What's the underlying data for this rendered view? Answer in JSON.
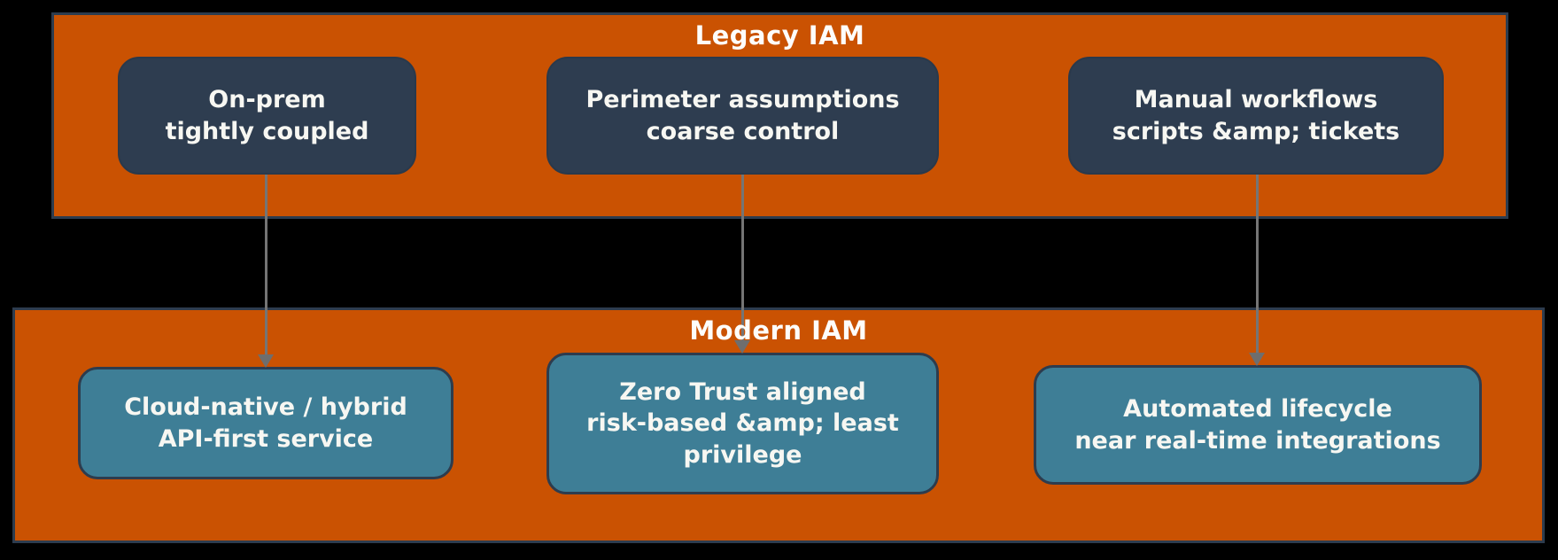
{
  "diagram": {
    "legacy": {
      "title": "Legacy IAM",
      "boxes": [
        {
          "label": "On-prem\ntightly coupled"
        },
        {
          "label": "Perimeter assumptions\ncoarse control"
        },
        {
          "label": "Manual workflows\nscripts &amp; tickets"
        }
      ]
    },
    "modern": {
      "title": "Modern IAM",
      "boxes": [
        {
          "label": "Cloud-native / hybrid\nAPI-first service"
        },
        {
          "label": "Zero Trust aligned\nrisk-based &amp; least\nprivilege"
        },
        {
          "label": "Automated lifecycle\nnear real-time integrations"
        }
      ]
    },
    "arrows": [
      {
        "from": "On-prem tightly coupled",
        "to": "Cloud-native / hybrid API-first service"
      },
      {
        "from": "Perimeter assumptions coarse control",
        "to": "Zero Trust aligned risk-based &amp; least privilege"
      },
      {
        "from": "Manual workflows scripts &amp; tickets",
        "to": "Automated lifecycle near real-time integrations"
      }
    ],
    "colors": {
      "background": "#000000",
      "container_fill": "#CA5202",
      "container_border": "#2D3C4E",
      "legacy_box_fill": "#2E3D50",
      "modern_box_fill": "#3E7E96",
      "box_border": "#2D3C4E",
      "arrow": "#757575",
      "text": "#F7F7F2"
    }
  }
}
